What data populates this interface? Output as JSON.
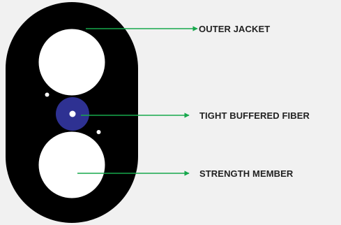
{
  "diagram": {
    "colors": {
      "background": "#f1f1f1",
      "jacket": "#000000",
      "member_fill": "#ffffff",
      "fiber": "#2e3192",
      "fiber_core": "#ffffff",
      "arrow": "#17a84c",
      "label": "#222222"
    },
    "callouts": {
      "outer_jacket": "OUTER JACKET",
      "tight_buffered_fiber": "TIGHT BUFFERED FIBER",
      "strength_member": "STRENGTH MEMBER"
    }
  }
}
